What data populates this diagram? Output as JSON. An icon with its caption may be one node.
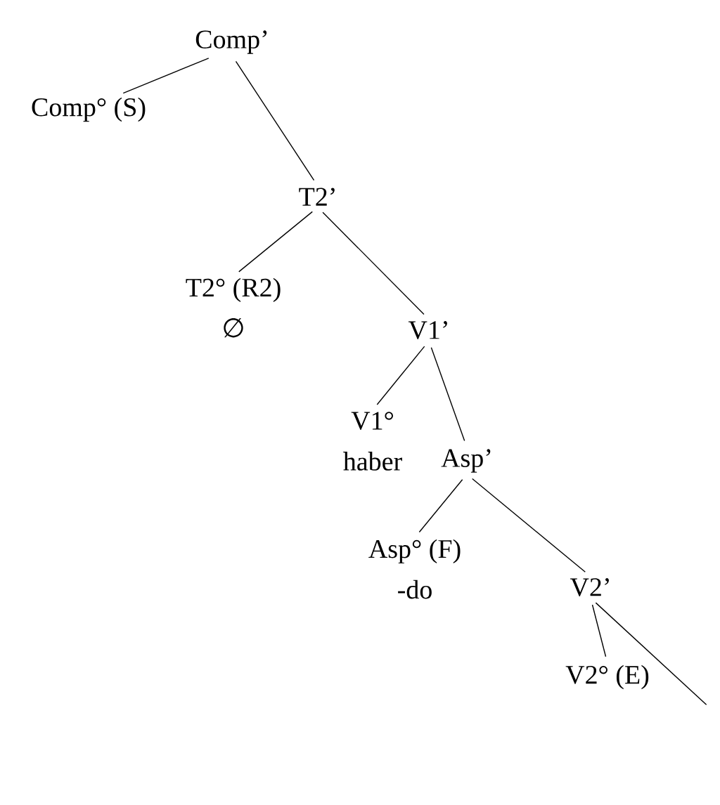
{
  "diagram": {
    "nodes": [
      {
        "text": [
          "Comp’"
        ]
      },
      {
        "text": [
          "Comp° (S)"
        ]
      },
      {
        "text": [
          "T2’"
        ]
      },
      {
        "text": [
          "T2° (R2)",
          "∅"
        ]
      },
      {
        "text": [
          "V1’"
        ]
      },
      {
        "text": [
          "V1°",
          "haber"
        ]
      },
      {
        "text": [
          "Asp’"
        ]
      },
      {
        "text": [
          "Asp° (F)",
          "-do"
        ]
      },
      {
        "text": [
          "V2’"
        ]
      },
      {
        "text": [
          "V2° (E)"
        ]
      }
    ],
    "edges": [
      {
        "from": 0,
        "to": 1,
        "arrow": "none"
      },
      {
        "from": 0,
        "to": 2,
        "arrow": "none"
      },
      {
        "from": 2,
        "to": 3,
        "arrow": "none"
      },
      {
        "from": 2,
        "to": 4,
        "arrow": "none"
      },
      {
        "from": 4,
        "to": 5,
        "arrow": "none"
      },
      {
        "from": 4,
        "to": 6,
        "arrow": "none"
      },
      {
        "from": 6,
        "to": 7,
        "arrow": "none"
      },
      {
        "from": 6,
        "to": 8,
        "arrow": "none"
      },
      {
        "from": 8,
        "to": 9,
        "arrow": "none"
      },
      {
        "from": 8,
        "to": null,
        "arrow": "none"
      }
    ]
  }
}
